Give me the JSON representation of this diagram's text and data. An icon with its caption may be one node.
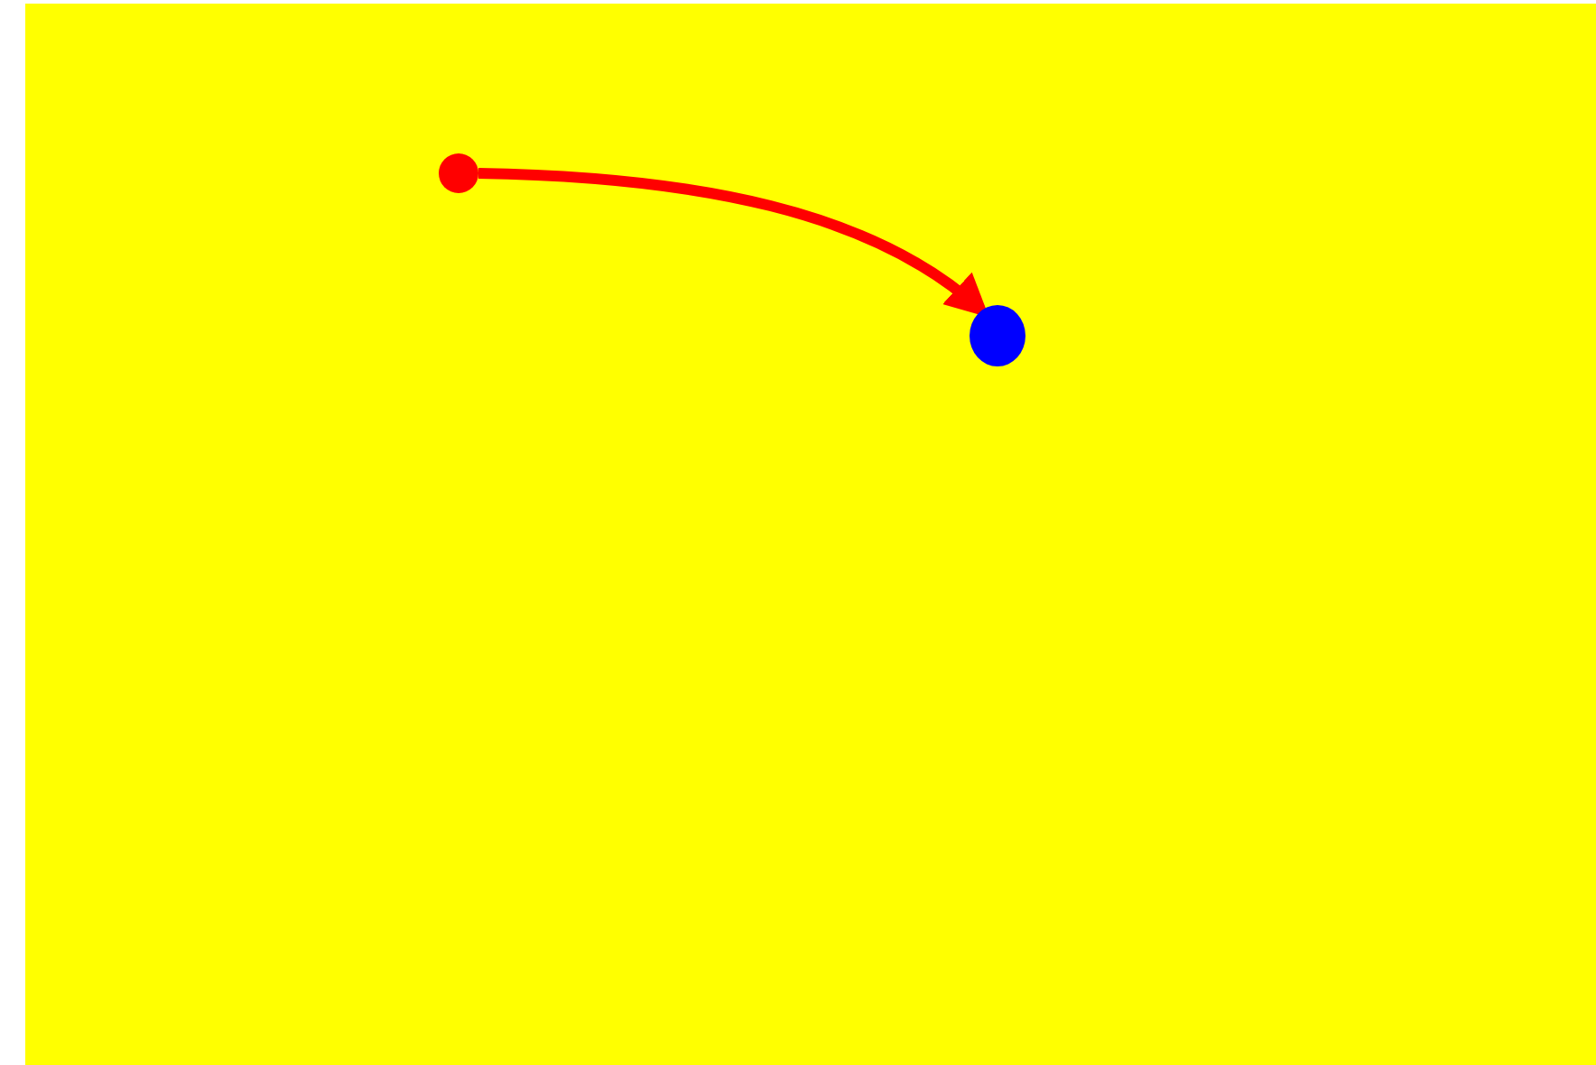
{
  "diagram": {
    "nodes": [
      {
        "text": [],
        "shape": "circle"
      },
      {
        "text": [],
        "shape": "circle"
      }
    ],
    "edges": [
      {
        "from": 0,
        "to": 1,
        "arrow": "to",
        "color": "#ff0000"
      }
    ]
  }
}
